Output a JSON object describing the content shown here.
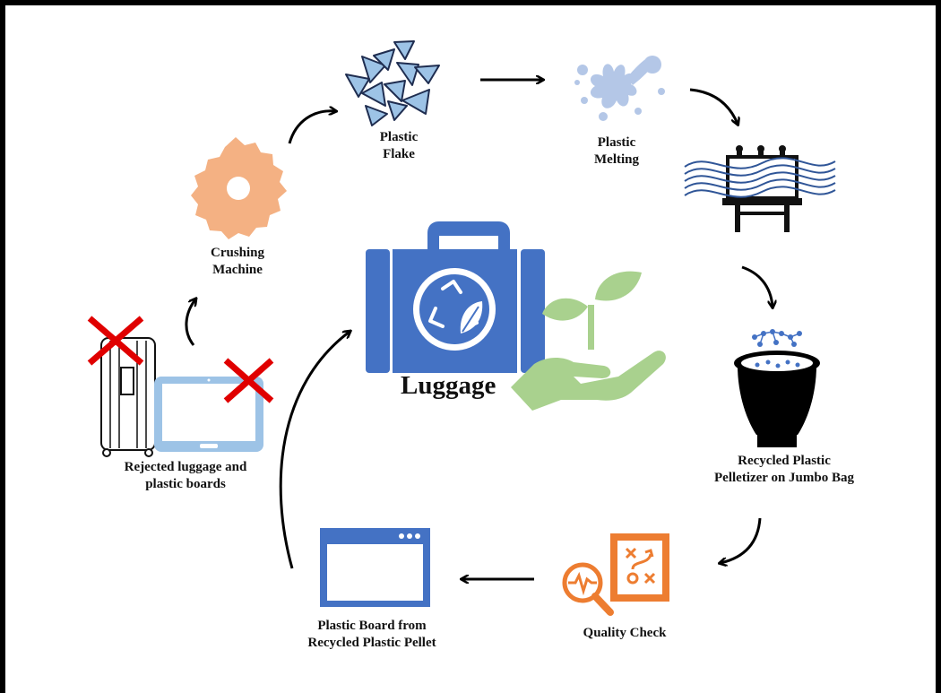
{
  "center": {
    "title": "Luggage"
  },
  "steps": {
    "rejected": {
      "line1": "Rejected luggage and",
      "line2": "plastic boards"
    },
    "crushing": {
      "line1": "Crushing",
      "line2": "Machine"
    },
    "flake": {
      "line1": "Plastic",
      "line2": "Flake"
    },
    "melting": {
      "line1": "Plastic",
      "line2": "Melting"
    },
    "pelletizer": {
      "line1": "Recycled Plastic",
      "line2": "Pelletizer on Jumbo Bag"
    },
    "quality": {
      "line1": "Quality Check"
    },
    "board": {
      "line1": "Plastic Board from",
      "line2": "Recycled Plastic Pellet"
    }
  },
  "colors": {
    "blue": "#4472c4",
    "light_blue": "#9dc3e6",
    "orange": "#ed7d31",
    "peach": "#f4b183",
    "green": "#a9d18e",
    "red": "#e00000",
    "lavender": "#b4c7e7"
  },
  "icons": [
    "suitcase-icon",
    "tablet-icon",
    "saw-blade-icon",
    "flake-icon",
    "melt-splash-icon",
    "extruder-icon",
    "pellet-bin-icon",
    "quality-check-icon",
    "window-board-icon",
    "recycle-suitcase-icon",
    "hand-plant-icon"
  ]
}
